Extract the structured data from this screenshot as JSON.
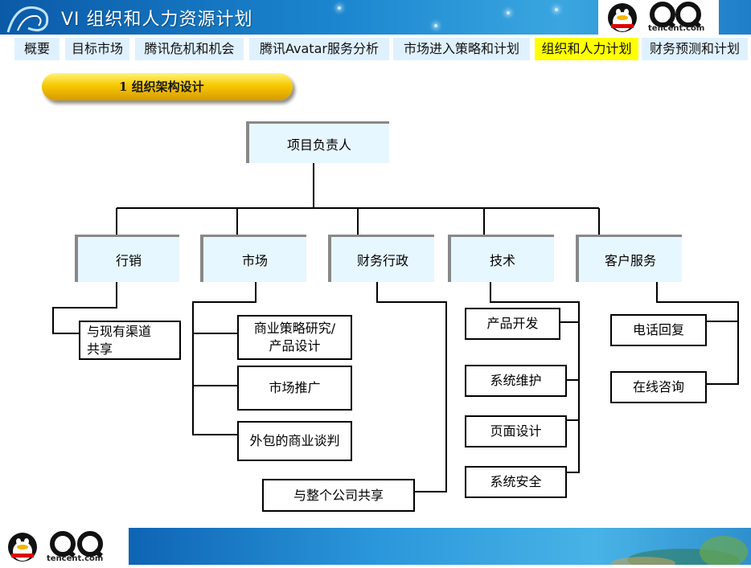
{
  "header": {
    "title": "VI 组织和人力资源计划",
    "logo_text": "tencent.com"
  },
  "nav": {
    "tabs": [
      {
        "label": "概要",
        "active": false
      },
      {
        "label": "目标市场",
        "active": false
      },
      {
        "label": "腾讯危机和机会",
        "active": false
      },
      {
        "label": "腾讯Avatar服务分析",
        "active": false
      },
      {
        "label": "市场进入策略和计划",
        "active": false
      },
      {
        "label": "组织和人力计划",
        "active": true
      },
      {
        "label": "财务预测和计划",
        "active": false
      }
    ]
  },
  "section": {
    "title": "1 组织架构设计"
  },
  "org": {
    "root": "项目负责人",
    "departments": [
      {
        "name": "行销",
        "children": [
          "与现有渠道\n共享"
        ]
      },
      {
        "name": "市场",
        "children": [
          "商业策略研究/\n产品设计",
          "市场推广",
          "外包的商业谈判"
        ]
      },
      {
        "name": "财务行政",
        "children": [
          "与整个公司共享"
        ]
      },
      {
        "name": "技术",
        "children": [
          "产品开发",
          "系统维护",
          "页面设计",
          "系统安全"
        ]
      },
      {
        "name": "客户服务",
        "children": [
          "电话回复",
          "在线咨询"
        ]
      }
    ]
  },
  "footer": {
    "logo_text": "tencent.com"
  },
  "colors": {
    "active_tab": "#ffff00",
    "tab_bg": "#dff1ff",
    "node_bg": "#e7f7ff",
    "header_blue": "#1b86cf"
  }
}
